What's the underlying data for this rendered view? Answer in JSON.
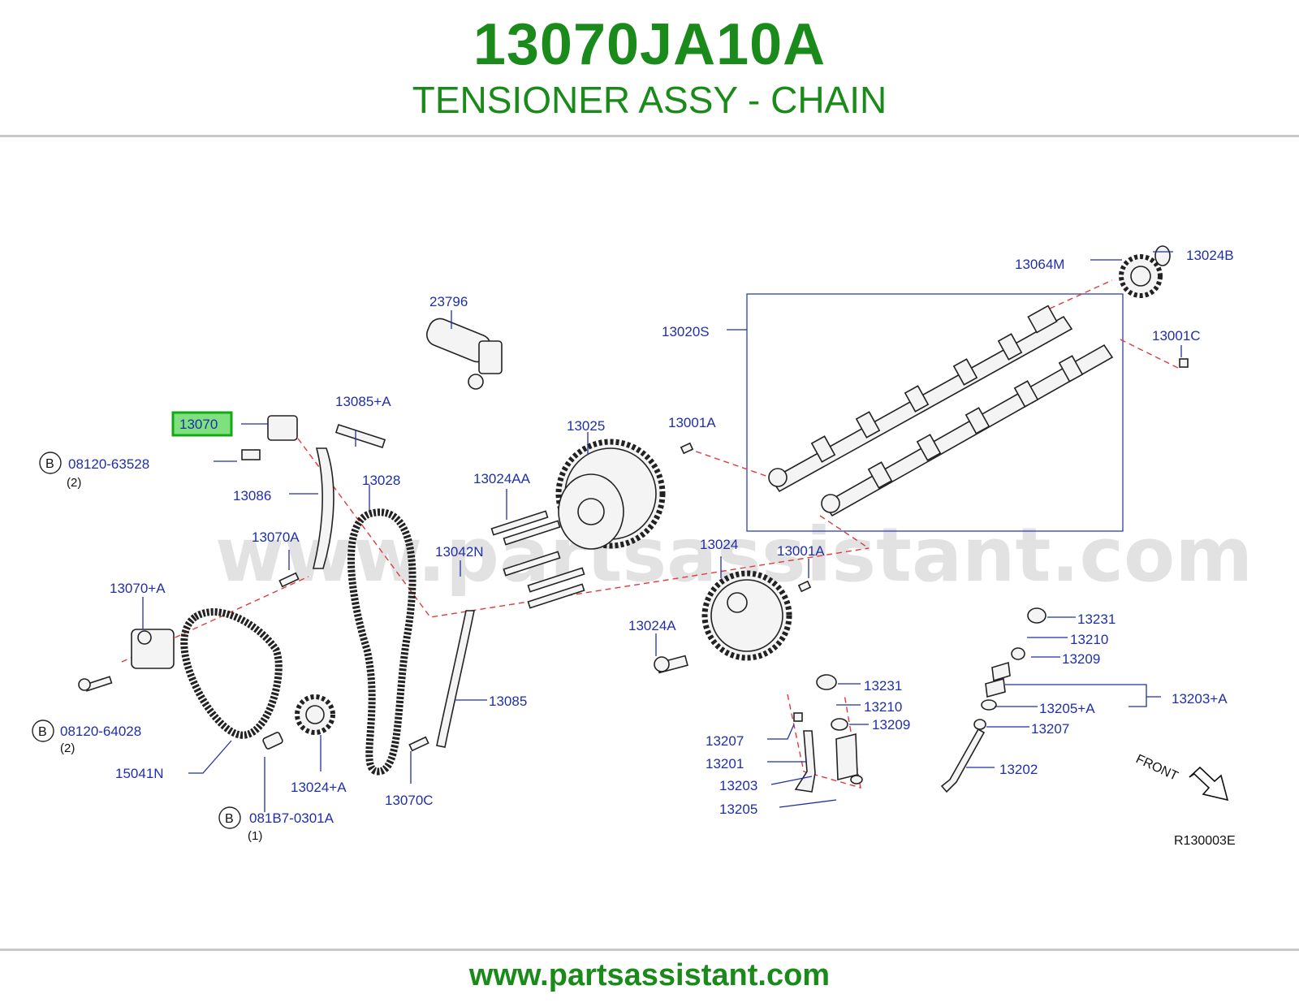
{
  "header": {
    "part_number": "13070JA10A",
    "part_name": "TENSIONER ASSY - CHAIN"
  },
  "footer": {
    "url": "www.partsassistant.com"
  },
  "diagram": {
    "watermark": "www.partsassistant.com",
    "code": "R130003E",
    "front_label": "FRONT",
    "highlighted": "13070",
    "labels": {
      "l23796": "23796",
      "l13070": "13070",
      "l13085A": "13085+A",
      "l08120_63528": "08120-63528",
      "q08120_63528": "(2)",
      "l13086": "13086",
      "l13028": "13028",
      "l13024AA": "13024AA",
      "l13025": "13025",
      "l13001A_top": "13001A",
      "l13070A": "13070A",
      "l13042N": "13042N",
      "l13024": "13024",
      "l13001A_bot": "13001A",
      "l13070plusA": "13070+A",
      "l08120_64028": "08120-64028",
      "q08120_64028": "(2)",
      "l15041N": "15041N",
      "l13024plusA": "13024+A",
      "l081B7": "081B7-0301A",
      "q081B7": "(1)",
      "l13070C": "13070C",
      "l13085": "13085",
      "l13024A": "13024A",
      "l13064M": "13064M",
      "l13024B": "13024B",
      "l13020S": "13020S",
      "l13001C": "13001C",
      "l13231a": "13231",
      "l13210a": "13210",
      "l13209a": "13209",
      "l13203A": "13203+A",
      "l13205A": "13205+A",
      "l13207a": "13207",
      "l13202": "13202",
      "l13231b": "13231",
      "l13210b": "13210",
      "l13209b": "13209",
      "l13207b": "13207",
      "l13201": "13201",
      "l13203": "13203",
      "l13205": "13205"
    },
    "bolt_marker": "B"
  }
}
